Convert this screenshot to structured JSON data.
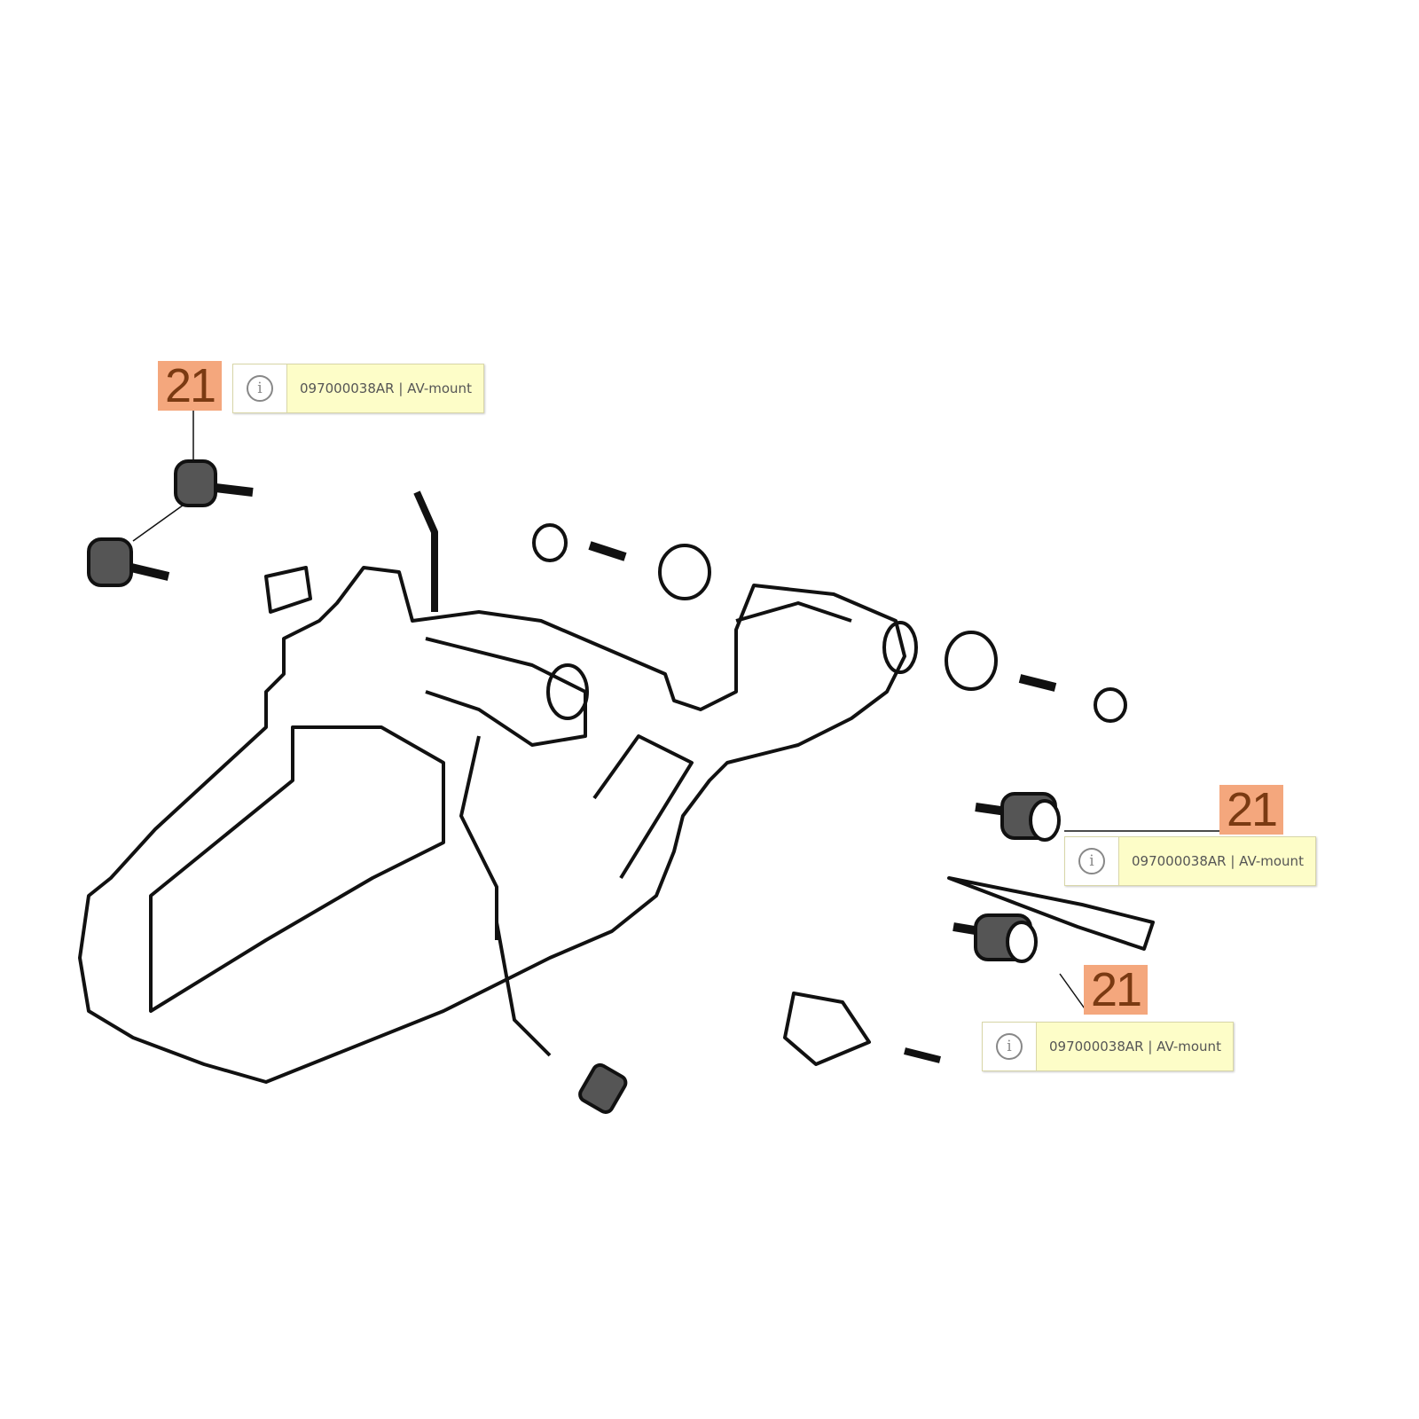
{
  "callouts": [
    {
      "number": "21",
      "part": "097000038AR | AV-mount"
    },
    {
      "number": "21",
      "part": "097000038AR | AV-mount"
    },
    {
      "number": "21",
      "part": "097000038AR | AV-mount"
    }
  ],
  "info_icon": "i",
  "colors": {
    "badge": "#f4a77d",
    "badge_text": "#7a3a12",
    "tooltip_bg": "#fdfdc8"
  }
}
